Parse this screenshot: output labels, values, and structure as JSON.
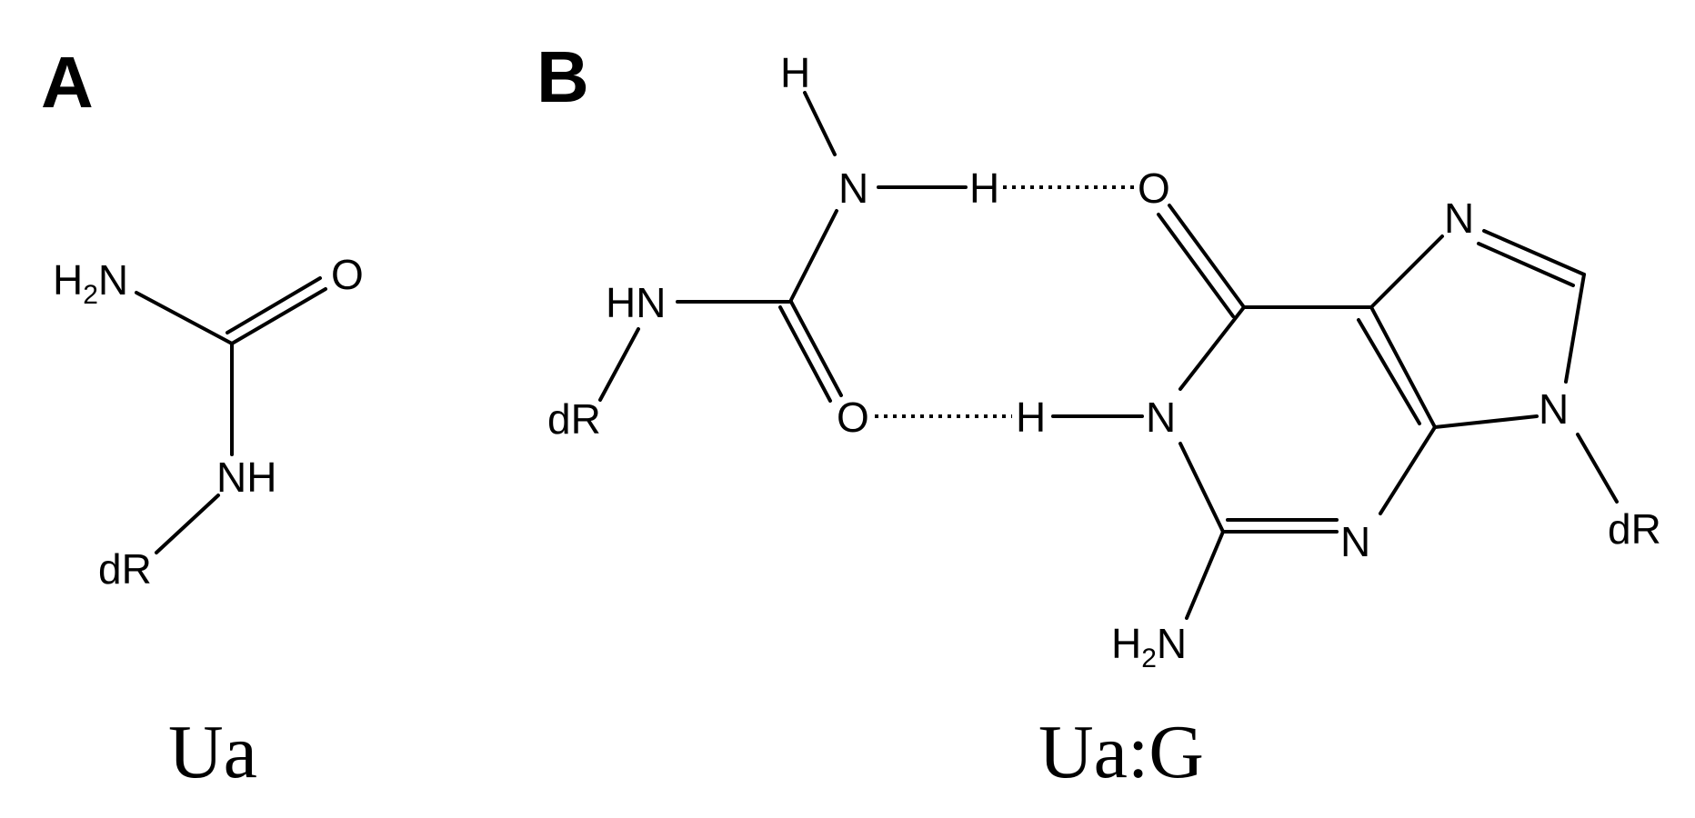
{
  "panels": {
    "a": {
      "label": "A",
      "caption": "Ua"
    },
    "b": {
      "label": "B",
      "caption": "Ua:G"
    }
  },
  "atoms": {
    "a_nh2": {
      "main": "H",
      "sub": "2",
      "rest": "N"
    },
    "a_o": "O",
    "a_nh": "NH",
    "a_dr": "dR",
    "b_h_top": "H",
    "b_n_top": "N",
    "b_h_hb1": "H",
    "b_o_g": "O",
    "b_hn": "HN",
    "b_dr_left": "dR",
    "b_o_ua": "O",
    "b_h_hb2": "H",
    "b_n1": "N",
    "b_n7": "N",
    "b_n9": "N",
    "b_dr_right": "dR",
    "b_n3": "N",
    "b_nh2": {
      "main": "H",
      "sub": "2",
      "rest": "N"
    }
  }
}
